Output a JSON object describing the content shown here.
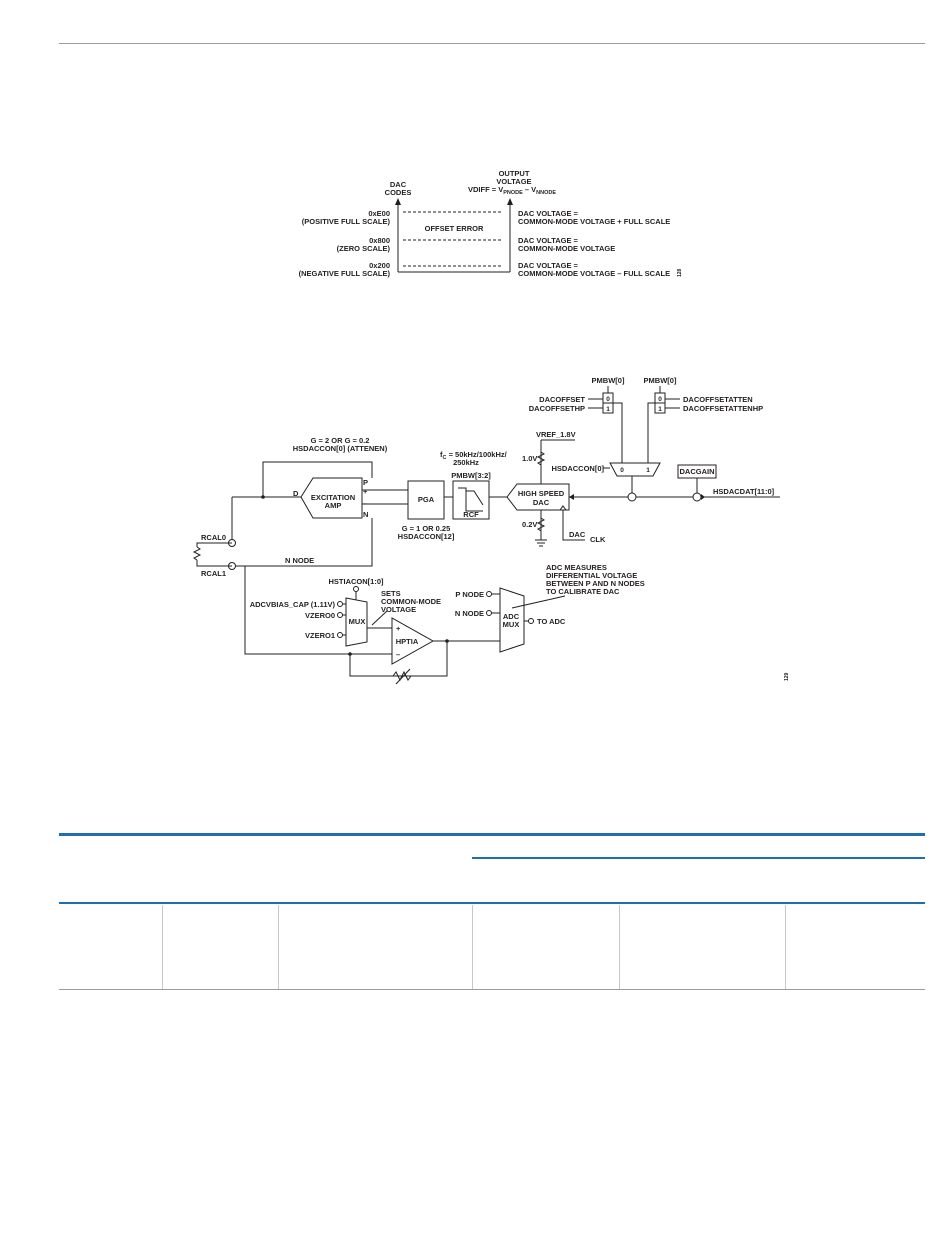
{
  "figure1": {
    "dac_codes_axis": [
      "DAC",
      "CODES"
    ],
    "output_axis": [
      "OUTPUT",
      "VOLTAGE"
    ],
    "vdiff_prefix": "VDIFF = V",
    "vdiff_sub1": "PNODE",
    "vdiff_mid": " – V",
    "vdiff_sub2": "NNODE",
    "rows": [
      {
        "code": "0xE00",
        "scale": "(POSITIVE FULL SCALE)",
        "voltage_1": "DAC VOLTAGE =",
        "voltage_2": "COMMON-MODE VOLTAGE + FULL SCALE"
      },
      {
        "code": "0x800",
        "scale": "(ZERO SCALE)",
        "voltage_1": "DAC VOLTAGE =",
        "voltage_2": "COMMON-MODE VOLTAGE"
      },
      {
        "code": "0x200",
        "scale": "(NEGATIVE FULL SCALE)",
        "voltage_1": "DAC VOLTAGE =",
        "voltage_2": "COMMON-MODE VOLTAGE – FULL SCALE"
      }
    ],
    "offset_error": "OFFSET ERROR",
    "fig_id": "128"
  },
  "figure2": {
    "pmbw0_left": "PMBW[0]",
    "pmbw0_right": "PMBW[0]",
    "dacoffset": "DACOFFSET",
    "dacoffsethp": "DACOFFSETHP",
    "dacoffsetatten": "DACOFFSETATTEN",
    "dacoffsetattenhp": "DACOFFSETATTENHP",
    "mux_0": "0",
    "mux_1": "1",
    "gain_line1": "G = 2 OR G = 0.2",
    "gain_line2": "HSDACCON[0] (ATTENEN)",
    "fc_prefix": "f",
    "fc_sub": "C",
    "fc_line1": " = 50kHz/100kHz/",
    "fc_line2": "250kHz",
    "pmbw32": "PMBW[3:2]",
    "vref": "VREF_1.8V",
    "v1": "1.0V",
    "v02": "0.2V",
    "hsdaccon0": "HSDACCON[0]",
    "dacgain": "DACGAIN",
    "hsdacdat": "HSDACDAT[11:0]",
    "exc_amp_1": "EXCITATION",
    "exc_amp_2": "AMP",
    "p": "P",
    "n": "N",
    "d": "D",
    "plus": "+",
    "minus": "–",
    "pga": "PGA",
    "rcf": "RCF",
    "hs_dac_1": "HIGH SPEED",
    "hs_dac_2": "DAC",
    "dac_clk_1": "DAC",
    "dac_clk_2": "CLK",
    "pga_gain_1": "G = 1 OR 0.25",
    "pga_gain_2": "HSDACCON[12]",
    "rcal0": "RCAL0",
    "rcal1": "RCAL1",
    "n_node": "N NODE",
    "hstiacon": "HSTIACON[1:0]",
    "adcvbias": "ADCVBIAS_CAP (1.11V)",
    "vzero0": "VZERO0",
    "vzero1": "VZERO1",
    "mux": "MUX",
    "sets_1": "SETS",
    "sets_2": "COMMON-MODE",
    "sets_3": "VOLTAGE",
    "hptia": "HPTIA",
    "adc_note_1": "ADC MEASURES",
    "adc_note_2": "DIFFERENTIAL VOLTAGE",
    "adc_note_3": "BETWEEN P AND N NODES",
    "adc_note_4": "TO CALIBRATE DAC",
    "p_node": "P NODE",
    "n_node2": "N NODE",
    "adc_mux_1": "ADC",
    "adc_mux_2": "MUX",
    "to_adc": "TO ADC",
    "fig_id": "129"
  }
}
